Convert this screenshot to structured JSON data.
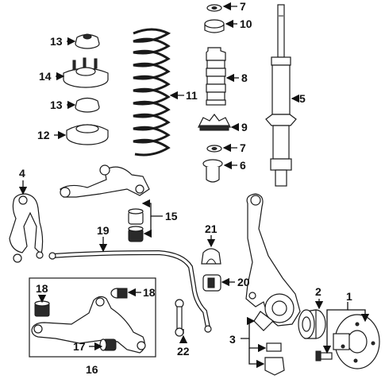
{
  "callouts": {
    "c1": "1",
    "c2": "2",
    "c3": "3",
    "c4": "4",
    "c5": "5",
    "c6": "6",
    "c7a": "7",
    "c7b": "7",
    "c8": "8",
    "c9": "9",
    "c10": "10",
    "c11": "11",
    "c12": "12",
    "c13a": "13",
    "c13b": "13",
    "c14": "14",
    "c15": "15",
    "c16": "16",
    "c17": "17",
    "c18a": "18",
    "c18b": "18",
    "c19": "19",
    "c20": "20",
    "c21": "21",
    "c22": "22"
  }
}
